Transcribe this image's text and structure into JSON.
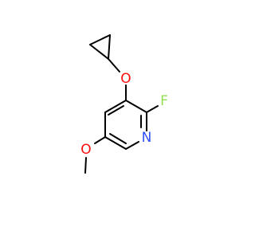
{
  "molecule": {
    "atoms": {
      "oxygen_cyclopropoxy": {
        "symbol": "O",
        "color": "#ff0d0d"
      },
      "fluorine": {
        "symbol": "F",
        "color": "#90e050"
      },
      "nitrogen": {
        "symbol": "N",
        "color": "#3050f8"
      },
      "oxygen_methoxy": {
        "symbol": "O",
        "color": "#ff0d0d"
      }
    },
    "bond_color": "#000000"
  }
}
